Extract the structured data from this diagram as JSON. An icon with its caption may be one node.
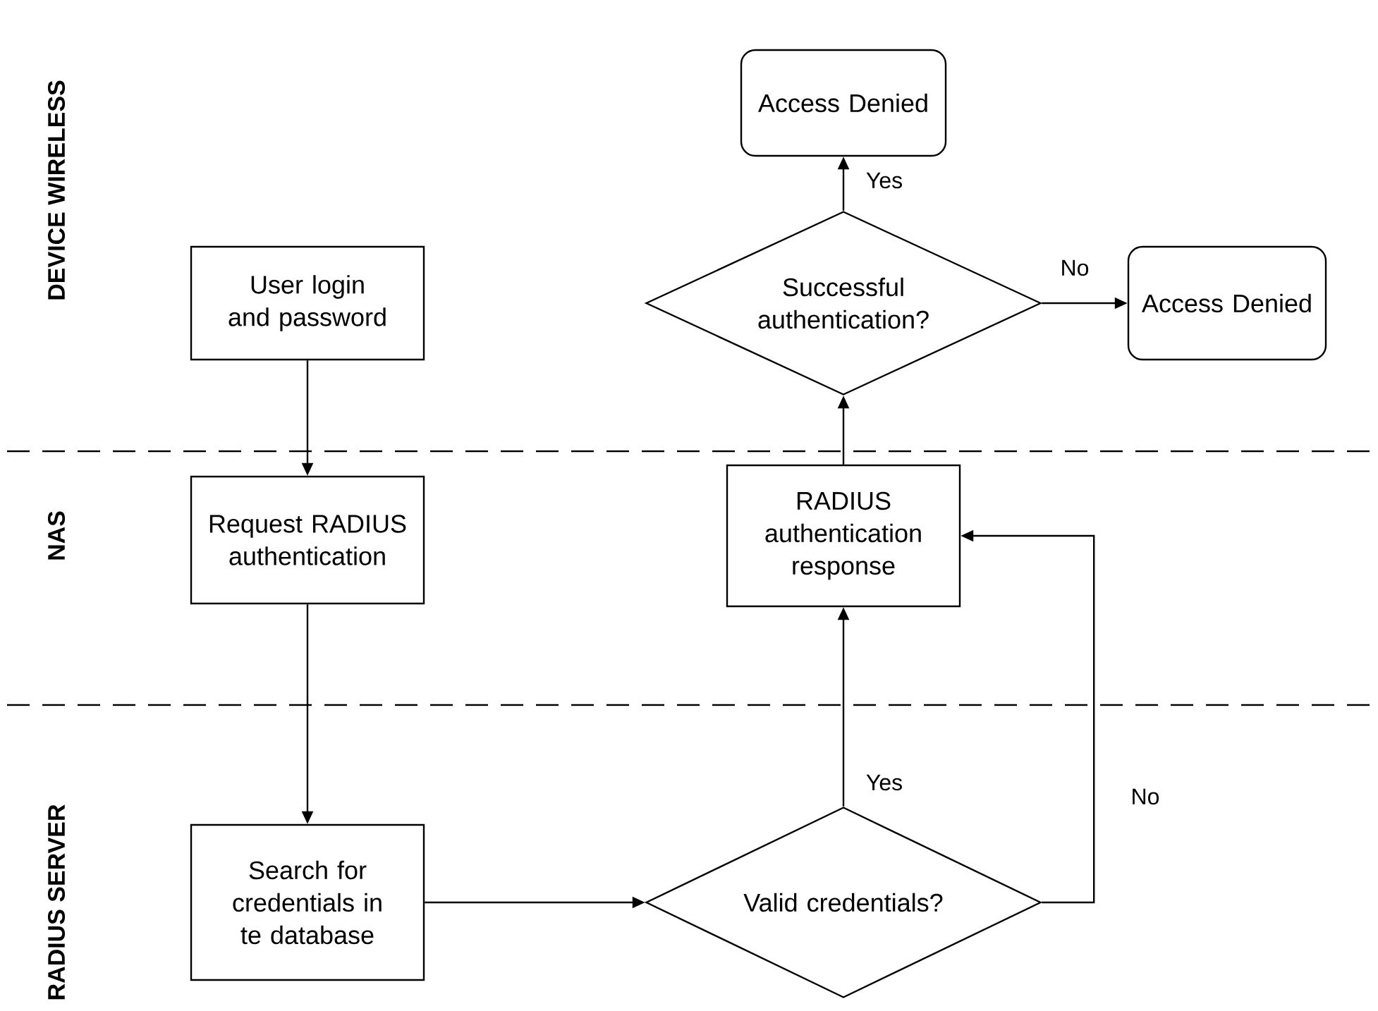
{
  "diagram": {
    "nodes": [
      {
        "text": [
          "User login and password"
        ]
      },
      {
        "text": [
          "Request RADIUS authentication"
        ]
      },
      {
        "text": [
          "Search for credentials in te database"
        ]
      },
      {
        "text": [
          "Valid credentials?"
        ]
      },
      {
        "text": [
          "RADIUS authentication response"
        ]
      },
      {
        "text": [
          "Successful authentication?"
        ]
      },
      {
        "text": [
          "Access Denied"
        ]
      },
      {
        "text": [
          "Access Denied"
        ]
      }
    ],
    "edges": [
      {
        "from": 0,
        "to": 1,
        "arrow": "to"
      },
      {
        "from": 1,
        "to": 2,
        "arrow": "to"
      },
      {
        "from": 2,
        "to": 3,
        "arrow": "to"
      },
      {
        "from": 3,
        "to": 4,
        "arrow": "to",
        "label": "Yes"
      },
      {
        "from": 3,
        "to": 4,
        "arrow": "to",
        "label": "No"
      },
      {
        "from": 4,
        "to": 5,
        "arrow": "to"
      },
      {
        "from": 5,
        "to": 6,
        "arrow": "to",
        "label": "Yes"
      },
      {
        "from": 5,
        "to": 7,
        "arrow": "to",
        "label": "No"
      }
    ],
    "labels": [
      "DEVICE WIRELESS",
      "NAS",
      "RADIUS SERVER"
    ]
  }
}
